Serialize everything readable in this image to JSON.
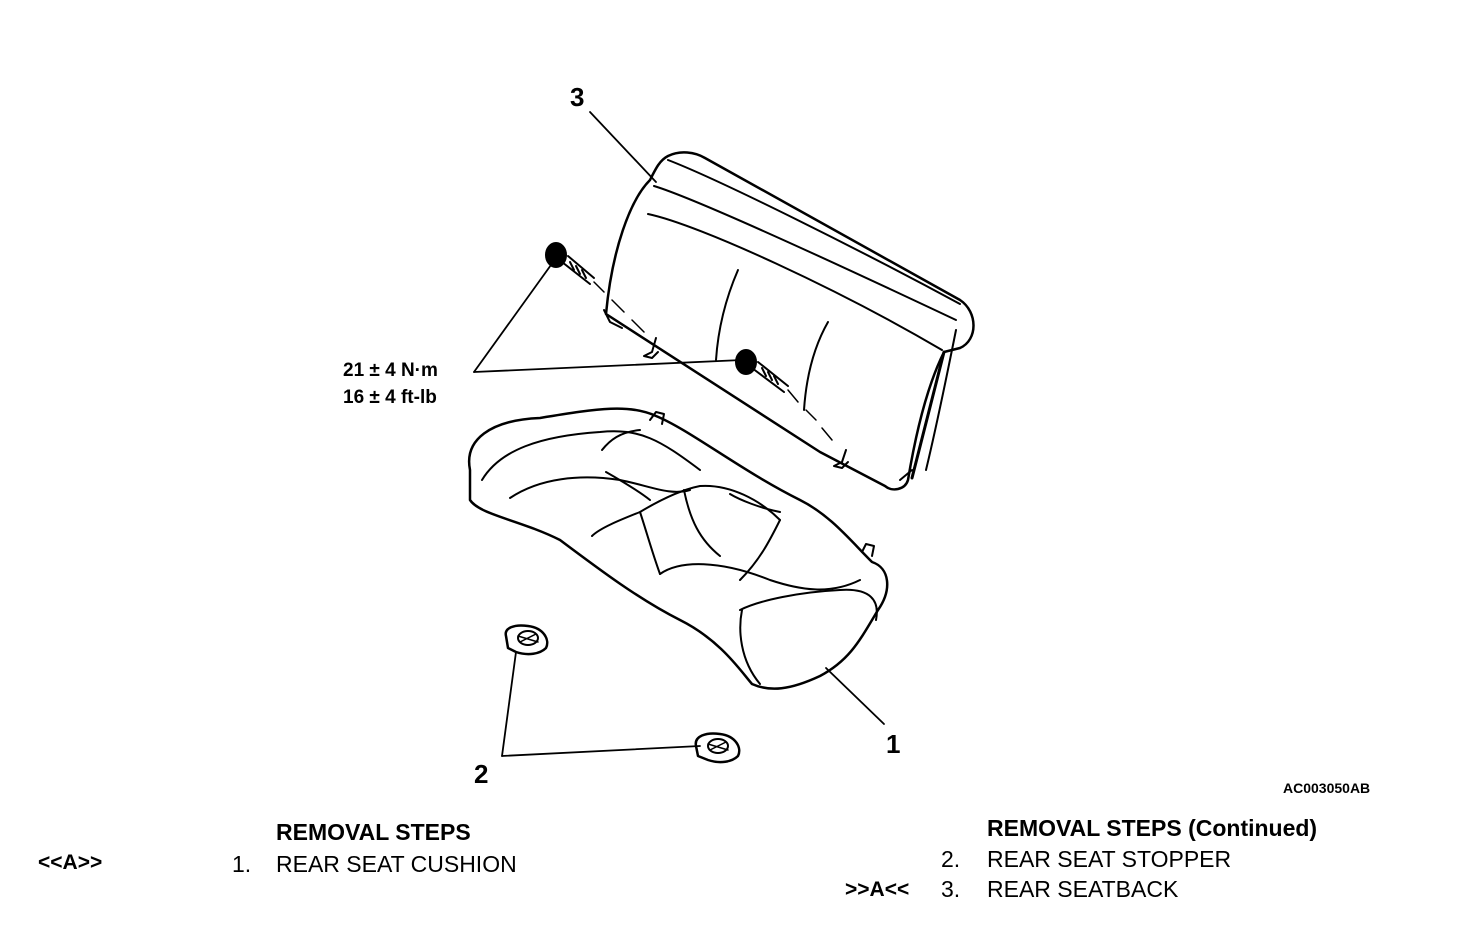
{
  "figure": {
    "callouts": {
      "seatback": "3",
      "cushion": "1",
      "stoppers": "2"
    },
    "torque": {
      "metric": "21 ± 4 N·m",
      "imperial": "16 ± 4 ft-lb"
    },
    "figure_id": "AC003050AB"
  },
  "steps_left": {
    "heading": "REMOVAL STEPS",
    "items": [
      {
        "marker": "<<A>>",
        "number": "1.",
        "label": "REAR SEAT CUSHION"
      }
    ]
  },
  "steps_right": {
    "heading": "REMOVAL STEPS (Continued)",
    "items": [
      {
        "marker": "",
        "number": "2.",
        "label": "REAR SEAT STOPPER"
      },
      {
        "marker": ">>A<<",
        "number": "3.",
        "label": "REAR SEATBACK"
      }
    ]
  },
  "colors": {
    "ink": "#000000",
    "paper": "#ffffff"
  }
}
